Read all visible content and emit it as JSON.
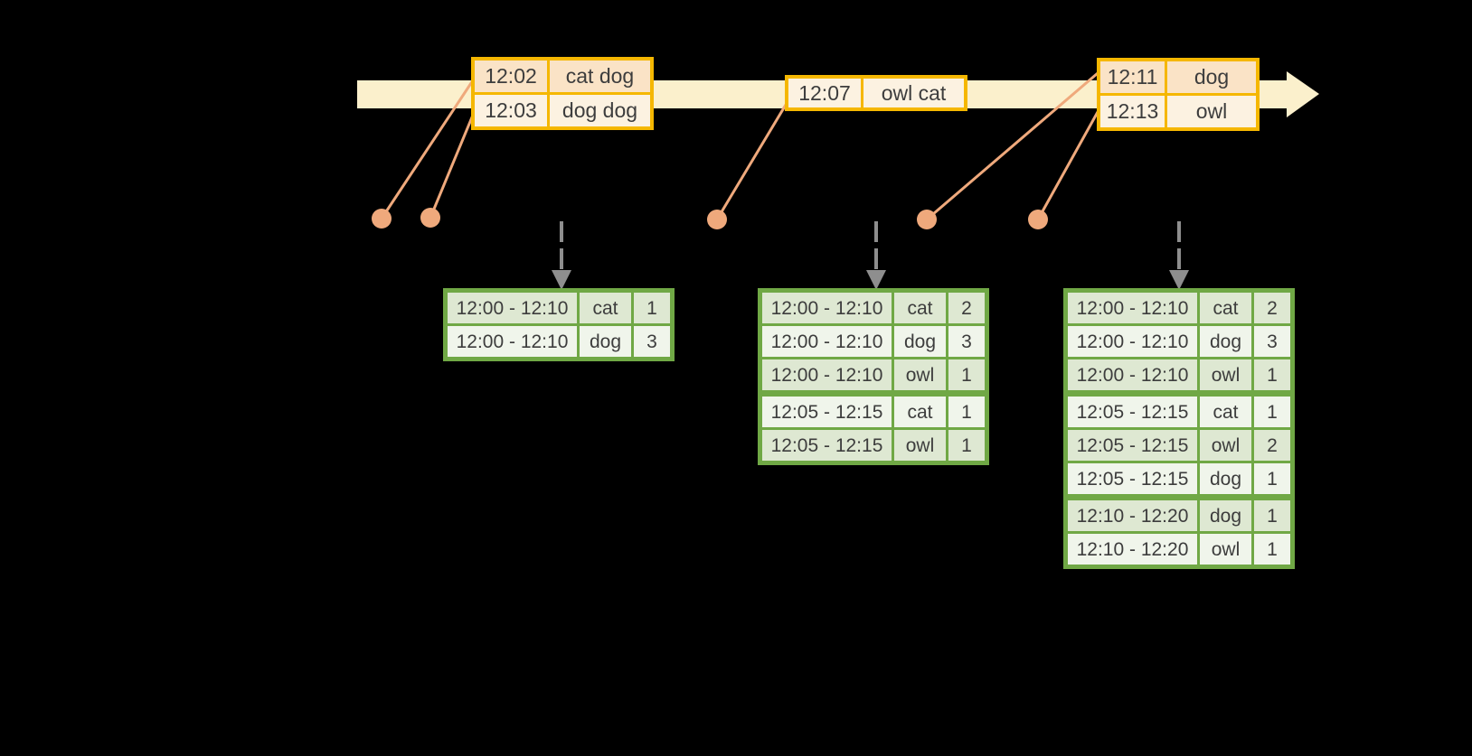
{
  "colors": {
    "background": "#000000",
    "timeline_band": "#FBF0CC",
    "event_border": "#F5B700",
    "event_row_peach": "#FAE3C6",
    "event_row_cream": "#FCF2E1",
    "connector_salmon": "#EFA97C",
    "result_border": "#70A845",
    "result_row_sage": "#DEE8D2",
    "result_row_light": "#F0F5EB",
    "trigger_gray": "#8E8E8E",
    "text": "#3D3D3D"
  },
  "event_tables": [
    {
      "rows": [
        {
          "time": "12:02",
          "words": "cat dog"
        },
        {
          "time": "12:03",
          "words": "dog dog"
        }
      ]
    },
    {
      "rows": [
        {
          "time": "12:07",
          "words": "owl cat"
        }
      ]
    },
    {
      "rows": [
        {
          "time": "12:11",
          "words": "dog"
        },
        {
          "time": "12:13",
          "words": "owl"
        }
      ]
    }
  ],
  "result_tables": [
    {
      "rows": [
        {
          "window": "12:00 - 12:10",
          "word": "cat",
          "count": "1"
        },
        {
          "window": "12:00 - 12:10",
          "word": "dog",
          "count": "3"
        }
      ]
    },
    {
      "rows": [
        {
          "window": "12:00 - 12:10",
          "word": "cat",
          "count": "2"
        },
        {
          "window": "12:00 - 12:10",
          "word": "dog",
          "count": "3"
        },
        {
          "window": "12:00 - 12:10",
          "word": "owl",
          "count": "1"
        },
        {
          "window": "12:05 - 12:15",
          "word": "cat",
          "count": "1"
        },
        {
          "window": "12:05 - 12:15",
          "word": "owl",
          "count": "1"
        }
      ]
    },
    {
      "rows": [
        {
          "window": "12:00 - 12:10",
          "word": "cat",
          "count": "2"
        },
        {
          "window": "12:00 - 12:10",
          "word": "dog",
          "count": "3"
        },
        {
          "window": "12:00 - 12:10",
          "word": "owl",
          "count": "1"
        },
        {
          "window": "12:05 - 12:15",
          "word": "cat",
          "count": "1"
        },
        {
          "window": "12:05 - 12:15",
          "word": "owl",
          "count": "2"
        },
        {
          "window": "12:05 - 12:15",
          "word": "dog",
          "count": "1"
        },
        {
          "window": "12:10 - 12:20",
          "word": "dog",
          "count": "1"
        },
        {
          "window": "12:10 - 12:20",
          "word": "owl",
          "count": "1"
        }
      ]
    }
  ]
}
